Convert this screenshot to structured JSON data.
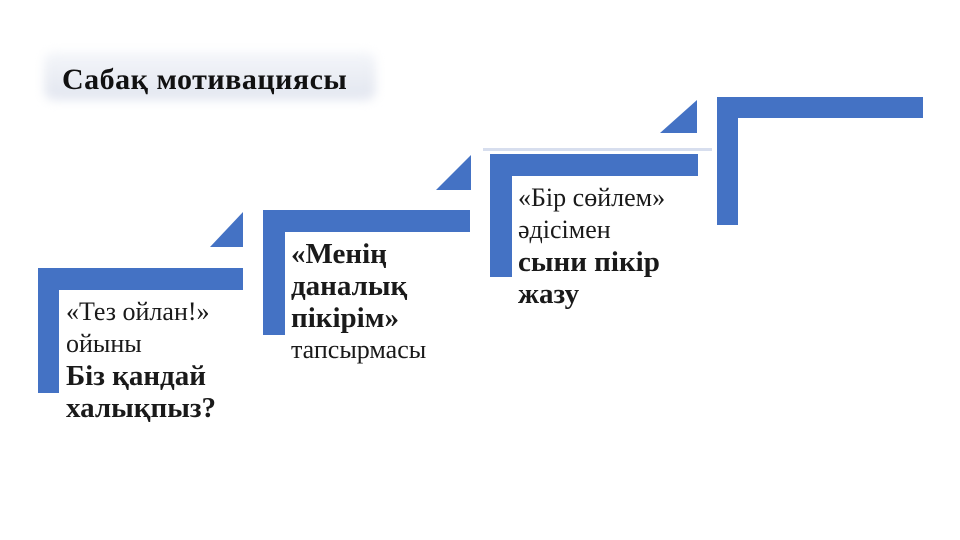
{
  "title": "Сабақ мотивациясы",
  "colors": {
    "accent": "#4472C4",
    "text": "#1a1a1a",
    "title_glow": "#e9ecf3"
  },
  "steps": [
    {
      "name": "step-1",
      "lines": [
        {
          "text": "«Тез ойлан!»",
          "bold": false
        },
        {
          "text": "ойыны",
          "bold": false
        },
        {
          "text": "Біз қандай",
          "bold": true
        },
        {
          "text": "халықпыз?",
          "bold": true
        }
      ]
    },
    {
      "name": "step-2",
      "lines": [
        {
          "text": "«Менің",
          "bold": true
        },
        {
          "text": "даналық",
          "bold": true
        },
        {
          "text": "пікірім»",
          "bold": true
        },
        {
          "text": "тапсырмасы",
          "bold": false
        }
      ]
    },
    {
      "name": "step-3",
      "lines": [
        {
          "text": "«Бір сөйлем»",
          "bold": false
        },
        {
          "text": "әдісімен",
          "bold": false
        },
        {
          "text": "сыни пікір",
          "bold": true
        },
        {
          "text": "жазу",
          "bold": true
        }
      ]
    },
    {
      "name": "step-4",
      "lines": []
    }
  ]
}
